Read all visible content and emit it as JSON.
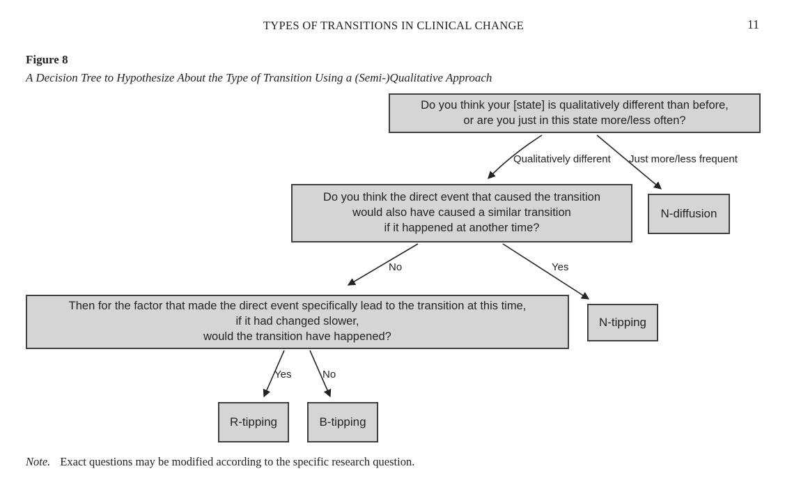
{
  "page": {
    "running_head": "TYPES OF TRANSITIONS IN CLINICAL CHANGE",
    "page_number": "11"
  },
  "figure": {
    "label": "Figure 8",
    "caption": "A Decision Tree to Hypothesize About the Type of Transition Using a (Semi-)Qualitative Approach"
  },
  "tree": {
    "question_1": "Do you think your [state] is qualitatively different than before,\nor are you just in this state more/less often?",
    "question_2": "Do you think the direct event that caused the transition\nwould also have caused a similar transition\nif it happened at another time?",
    "question_3": "Then for the factor that made the direct event specifically lead to the transition at this time,\nif it had changed slower,\nwould the transition have happened?",
    "outcomes": {
      "n_diffusion": "N-diffusion",
      "n_tipping": "N-tipping",
      "r_tipping": "R-tipping",
      "b_tipping": "B-tipping"
    },
    "edge_labels": {
      "q1_left": "Qualitatively different",
      "q1_right": "Just more/less frequent",
      "q2_left": "No",
      "q2_right": "Yes",
      "q3_left": "Yes",
      "q3_right": "No"
    }
  },
  "note": {
    "label": "Note.",
    "text": "Exact questions may be modified according to the specific research question."
  },
  "colors": {
    "box_fill": "#d5d5d5",
    "box_border": "#3f3f3f",
    "arrow": "#222222",
    "ink": "#222222"
  }
}
